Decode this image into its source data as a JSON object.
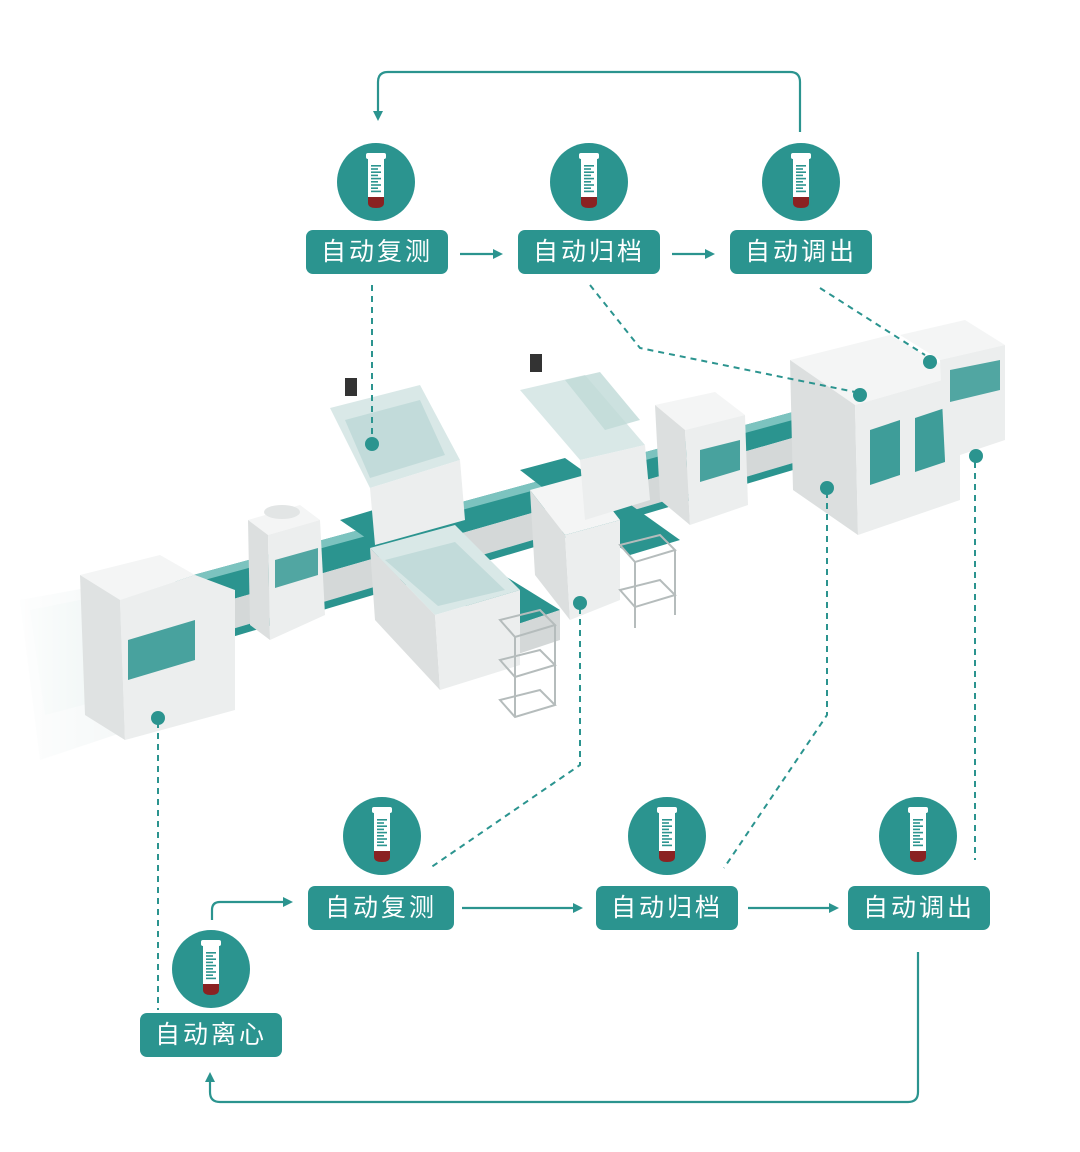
{
  "colors": {
    "accent": "#2b948f",
    "machine_body": "#e9ebeb",
    "machine_shadow": "#c9cdcd",
    "conveyor": "#2b948f",
    "tube_cap": "#8a2222"
  },
  "icon_name": "sample-tube-icon",
  "top_flow": [
    {
      "id": "top-retest",
      "label": "自动复测"
    },
    {
      "id": "top-archive",
      "label": "自动归档"
    },
    {
      "id": "top-retrieve",
      "label": "自动调出"
    }
  ],
  "bottom_flow": [
    {
      "id": "bottom-centrifuge",
      "label": "自动离心"
    },
    {
      "id": "bottom-retest",
      "label": "自动复测"
    },
    {
      "id": "bottom-archive",
      "label": "自动归档"
    },
    {
      "id": "bottom-retrieve",
      "label": "自动调出"
    }
  ]
}
